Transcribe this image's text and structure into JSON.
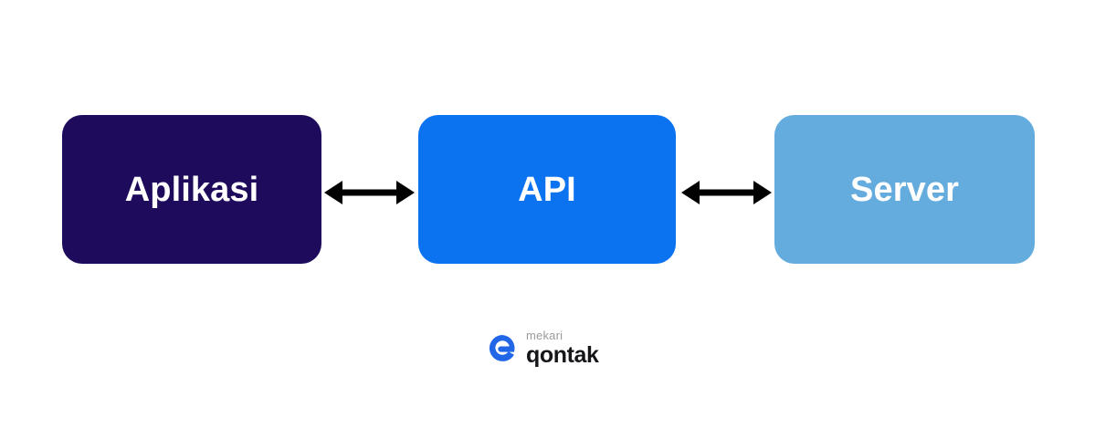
{
  "diagram": {
    "title": "Aplikasi - API - Server flow",
    "background_color": "#ffffff",
    "nodes": [
      {
        "id": "aplikasi",
        "label": "Aplikasi",
        "fill": "#1F0B5C",
        "text_color": "#FFFFFF"
      },
      {
        "id": "api",
        "label": "API",
        "fill": "#0B72F0",
        "text_color": "#FFFFFF"
      },
      {
        "id": "server",
        "label": "Server",
        "fill": "#64ACDE",
        "text_color": "#FFFFFF"
      }
    ],
    "connectors": [
      {
        "id": "aplikasi-api",
        "from": "Aplikasi",
        "to": "API",
        "style": "double-headed-arrow",
        "color": "#000000"
      },
      {
        "id": "api-server",
        "from": "API",
        "to": "Server",
        "style": "double-headed-arrow",
        "color": "#000000"
      }
    ]
  },
  "brand": {
    "mark_icon": "mekari-qontak-logo-icon",
    "mark_color": "#2266E8",
    "top_text": "mekari",
    "top_color": "#9A9A9A",
    "bottom_text": "qontak",
    "bottom_color": "#14161A"
  }
}
